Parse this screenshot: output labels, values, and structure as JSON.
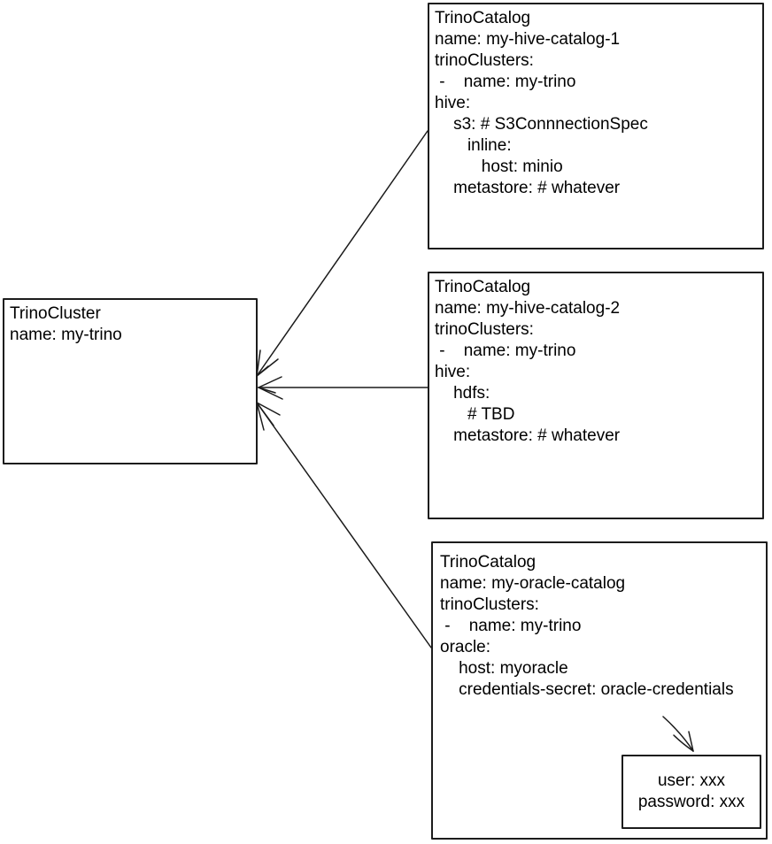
{
  "diagram": {
    "colors": {
      "background": "#ffffff",
      "stroke": "#1a1a1a",
      "text": "#000000"
    },
    "cluster_box": {
      "lines": [
        "TrinoCluster",
        "name: my-trino"
      ]
    },
    "catalog_boxes": [
      {
        "name": "trino-catalog-hive-1",
        "lines": [
          "TrinoCatalog",
          "name: my-hive-catalog-1",
          "trinoClusters:",
          " -    name: my-trino",
          "hive:",
          "    s3: # S3ConnnectionSpec",
          "       inline:",
          "          host: minio",
          "    metastore: # whatever"
        ]
      },
      {
        "name": "trino-catalog-hive-2",
        "lines": [
          "TrinoCatalog",
          "name: my-hive-catalog-2",
          "trinoClusters:",
          " -    name: my-trino",
          "hive:",
          "    hdfs:",
          "       # TBD",
          "    metastore: # whatever"
        ]
      },
      {
        "name": "trino-catalog-oracle",
        "lines": [
          "TrinoCatalog",
          "name: my-oracle-catalog",
          "trinoClusters:",
          " -    name: my-trino",
          "oracle:",
          "    host: myoracle",
          "    credentials-secret: oracle-credentials"
        ]
      }
    ],
    "secret_box": {
      "lines": [
        "user: xxx",
        "password: xxx"
      ]
    }
  }
}
